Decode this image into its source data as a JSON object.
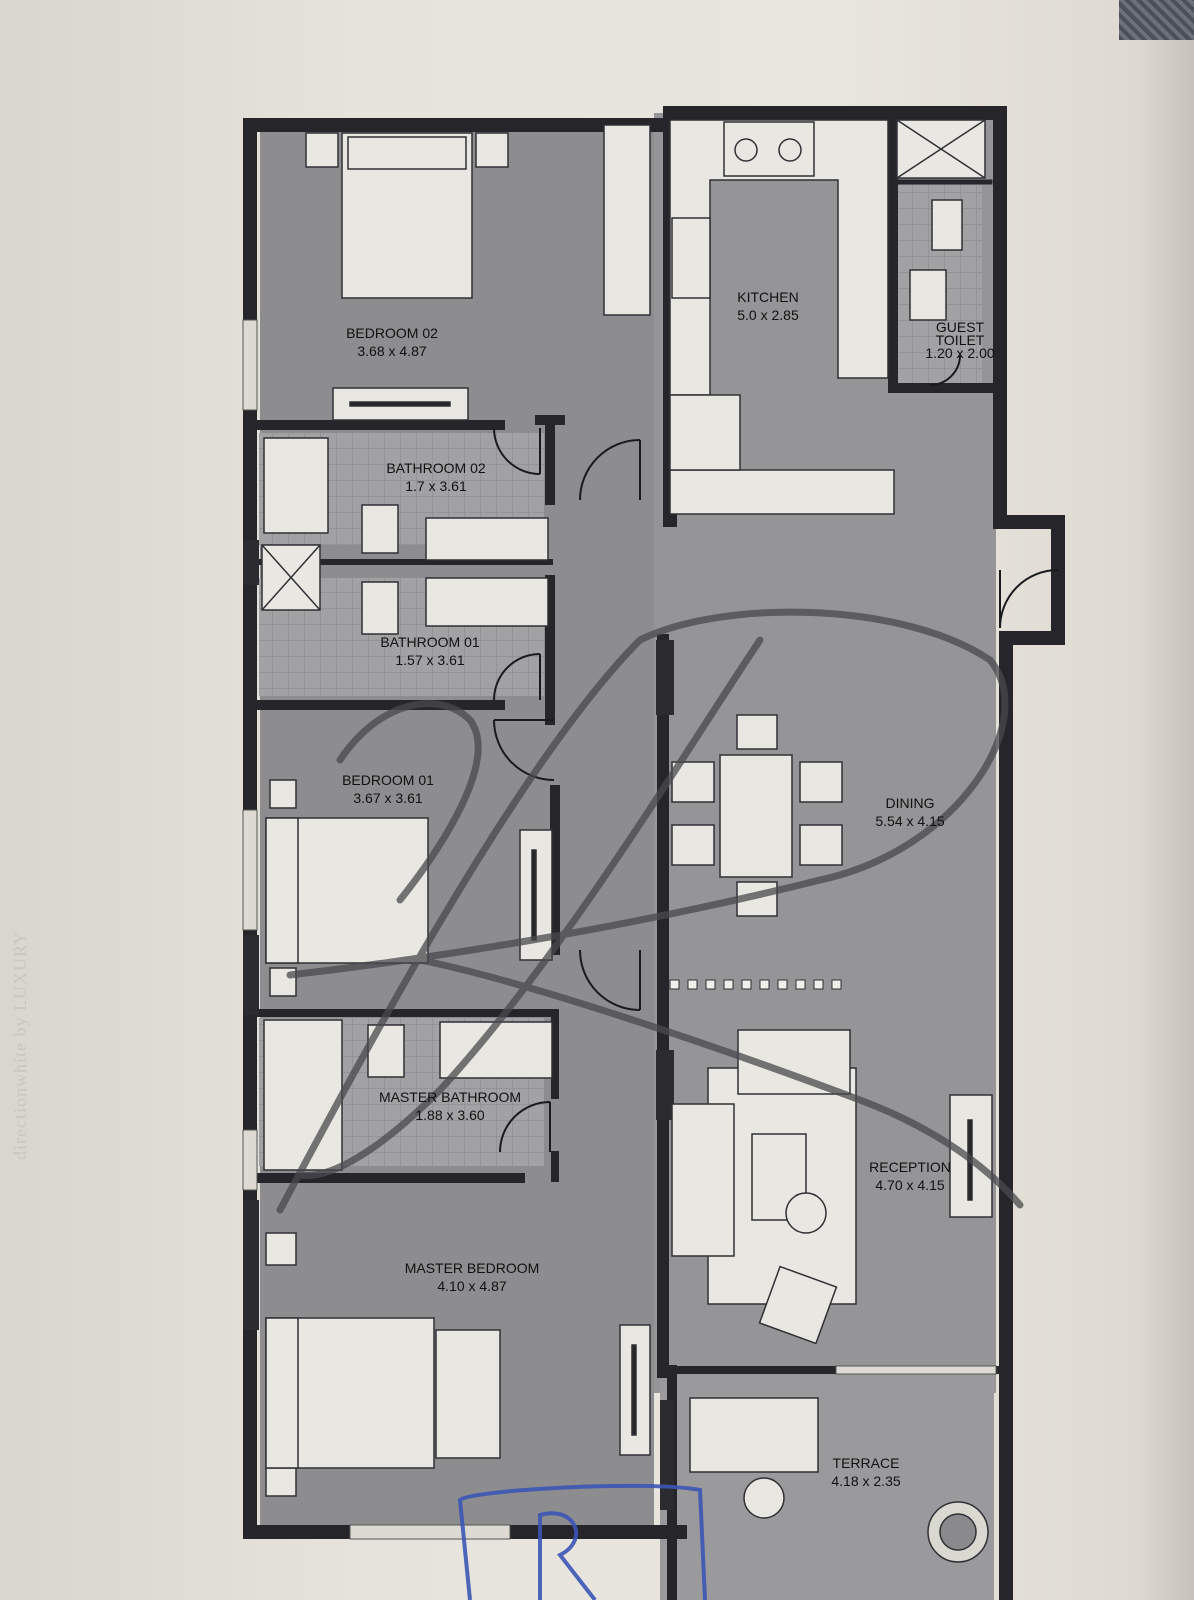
{
  "side_text": "directionwhite by LUXURY",
  "rooms": [
    {
      "id": "bedroom-02",
      "name": "BEDROOM 02",
      "dims": "3.68 x 4.87"
    },
    {
      "id": "kitchen",
      "name": "KITCHEN",
      "dims": "5.0 x 2.85"
    },
    {
      "id": "guest-toilet",
      "name": "GUEST\nTOILET",
      "dims": "1.20 x 2.00"
    },
    {
      "id": "bathroom-02",
      "name": "BATHROOM 02",
      "dims": "1.7 x 3.61"
    },
    {
      "id": "bathroom-01",
      "name": "BATHROOM 01",
      "dims": "1.57 x 3.61"
    },
    {
      "id": "bedroom-01",
      "name": "BEDROOM 01",
      "dims": "3.67 x 3.61"
    },
    {
      "id": "dining",
      "name": "DINING",
      "dims": "5.54 x 4.15"
    },
    {
      "id": "master-bathroom",
      "name": "MASTER BATHROOM",
      "dims": "1.88 x 3.60"
    },
    {
      "id": "reception",
      "name": "RECEPTION",
      "dims": "4.70 x 4.15"
    },
    {
      "id": "master-bedroom",
      "name": "MASTER BEDROOM",
      "dims": "4.10 x 4.87"
    },
    {
      "id": "terrace",
      "name": "TERRACE",
      "dims": "4.18 x 2.35"
    }
  ],
  "colors": {
    "wall": "#26262a",
    "floor": "#8f8f92",
    "furniture": "#e9e7e1",
    "tile": "#9d9da0",
    "stamp": "#3b56b5"
  }
}
